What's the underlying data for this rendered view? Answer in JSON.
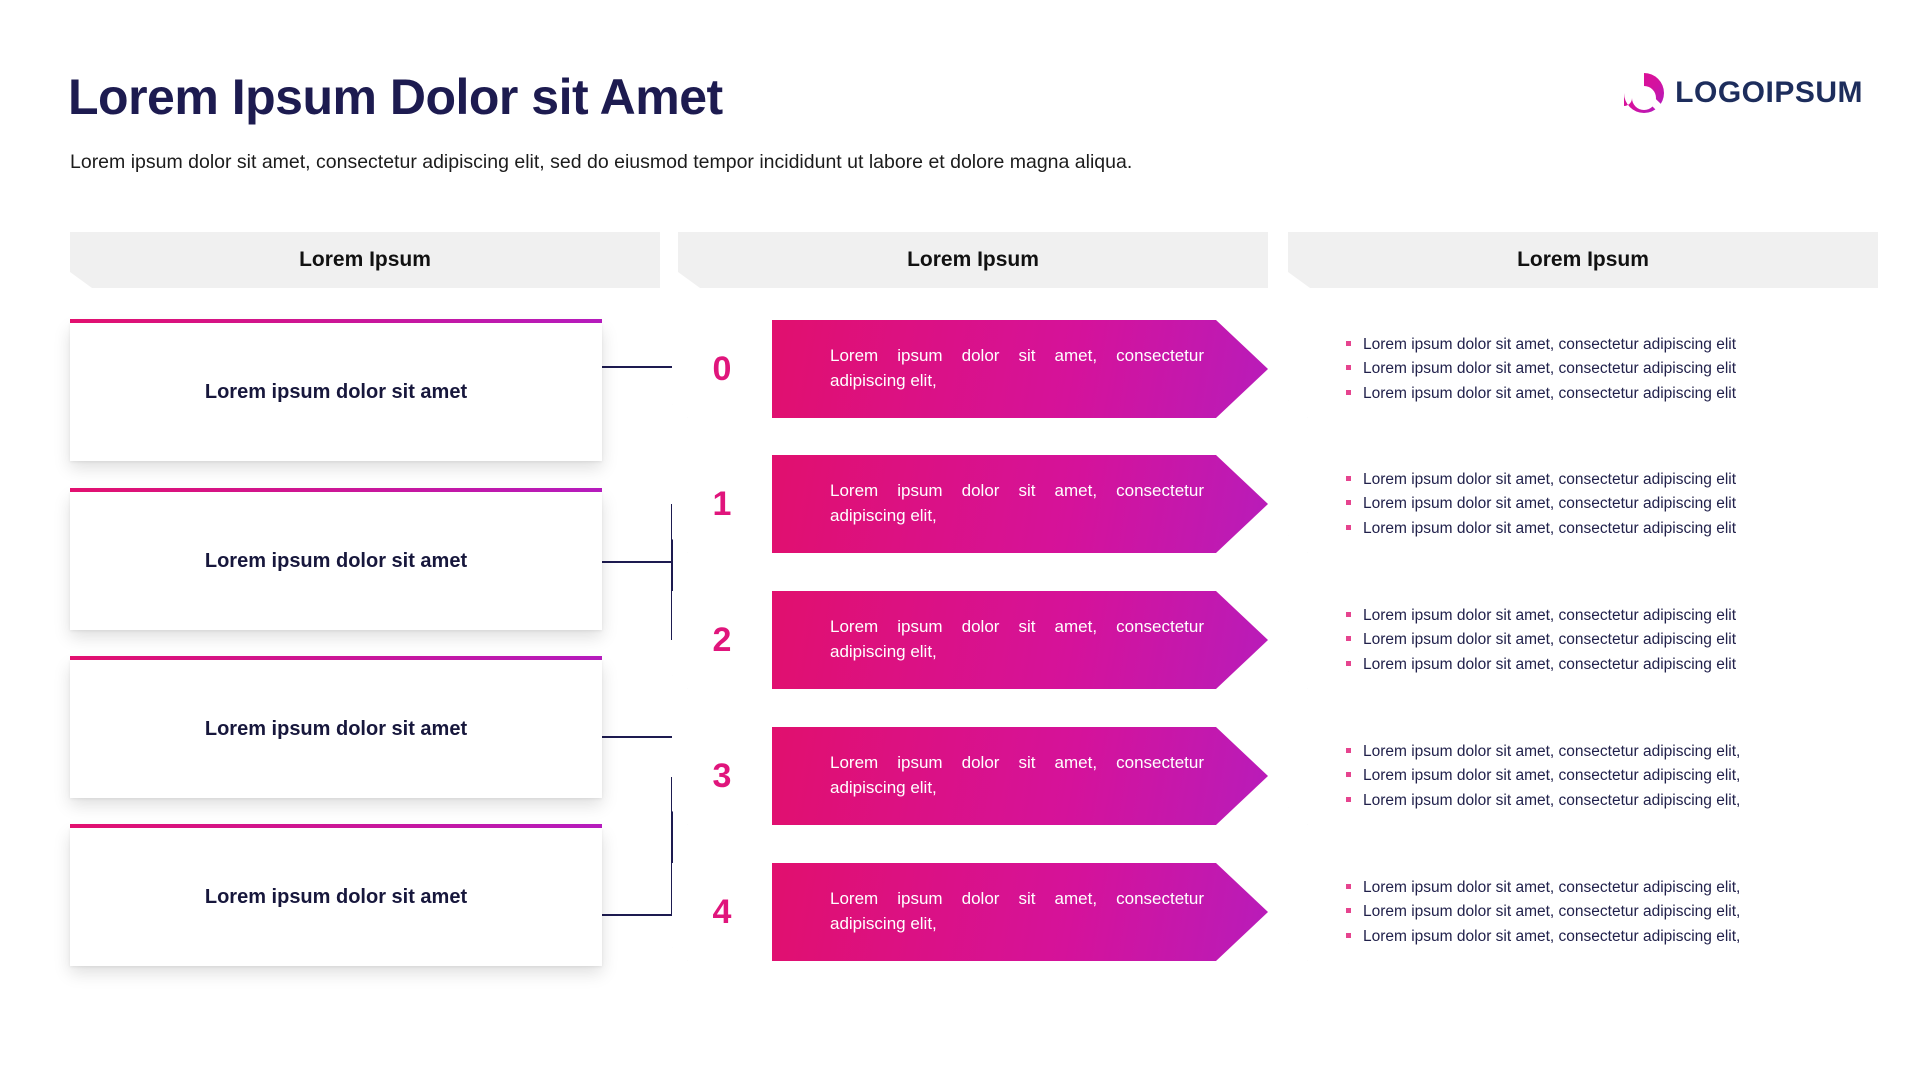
{
  "header": {
    "title": "Lorem Ipsum Dolor sit Amet",
    "subtitle": "Lorem ipsum dolor sit amet, consectetur adipiscing elit, sed do eiusmod tempor incididunt ut labore et dolore magna aliqua.",
    "logo_text": "LOGOIPSUM",
    "logo_mark": "circle-notch-icon"
  },
  "colors": {
    "title": "#1d1b50",
    "accent_pink": "#e1106e",
    "accent_purple": "#b81cba",
    "header_bar": "#f0f0f0",
    "connector": "#1d1b50",
    "bullet": "#e6448f",
    "body_text": "#21214b"
  },
  "columns": [
    {
      "header": "Lorem Ipsum"
    },
    {
      "header": "Lorem Ipsum"
    },
    {
      "header": "Lorem Ipsum"
    }
  ],
  "left_cards": [
    {
      "label": "Lorem ipsum dolor sit amet"
    },
    {
      "label": "Lorem ipsum dolor sit amet"
    },
    {
      "label": "Lorem ipsum dolor sit amet"
    },
    {
      "label": "Lorem ipsum dolor sit amet"
    }
  ],
  "rows": [
    {
      "number": "0",
      "arrow_text": "Lorem ipsum dolor sit amet, consectetur adipiscing elit,",
      "bullets": [
        "Lorem ipsum dolor sit amet, consectetur adipiscing elit",
        "Lorem ipsum dolor sit amet, consectetur adipiscing elit",
        "Lorem ipsum dolor sit amet, consectetur adipiscing elit"
      ]
    },
    {
      "number": "1",
      "arrow_text": "Lorem ipsum dolor sit amet, consectetur adipiscing elit,",
      "bullets": [
        "Lorem ipsum dolor sit amet, consectetur adipiscing elit",
        "Lorem ipsum dolor sit amet, consectetur adipiscing elit",
        "Lorem ipsum dolor sit amet, consectetur adipiscing elit"
      ]
    },
    {
      "number": "2",
      "arrow_text": "Lorem ipsum dolor sit amet, consectetur adipiscing elit,",
      "bullets": [
        "Lorem ipsum dolor sit amet, consectetur adipiscing elit",
        "Lorem ipsum dolor sit amet, consectetur adipiscing elit",
        "Lorem ipsum dolor sit amet, consectetur adipiscing elit"
      ]
    },
    {
      "number": "3",
      "arrow_text": "Lorem ipsum dolor sit amet, consectetur adipiscing elit,",
      "bullets": [
        "Lorem ipsum dolor sit amet, consectetur adipiscing elit,",
        "Lorem ipsum dolor sit amet, consectetur adipiscing elit,",
        "Lorem ipsum dolor sit amet, consectetur adipiscing elit,"
      ]
    },
    {
      "number": "4",
      "arrow_text": "Lorem ipsum dolor sit amet, consectetur adipiscing elit,",
      "bullets": [
        "Lorem ipsum dolor sit amet, consectetur adipiscing elit,",
        "Lorem ipsum dolor sit amet, consectetur adipiscing elit,",
        "Lorem ipsum dolor sit amet, consectetur adipiscing elit,"
      ]
    }
  ]
}
